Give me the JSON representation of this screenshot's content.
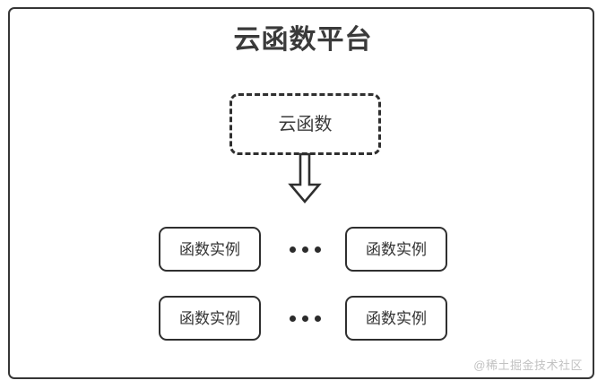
{
  "diagram": {
    "title": "云函数平台",
    "function_box": {
      "label": "云函数",
      "border_style": "dashed"
    },
    "arrow": {
      "icon": "down-block-arrow-icon",
      "direction": "down"
    },
    "instance_rows": [
      {
        "left_label": "函数实例",
        "ellipsis": "•••",
        "right_label": "函数实例"
      },
      {
        "left_label": "函数实例",
        "ellipsis": "•••",
        "right_label": "函数实例"
      }
    ],
    "watermark": "@稀土掘金技术社区",
    "colors": {
      "stroke": "#2f2f2f",
      "frame_stroke": "#363636",
      "title_text": "#3a3a3a",
      "label_text": "#333333",
      "watermark_text": "#c2c2c2",
      "background": "#ffffff"
    }
  }
}
